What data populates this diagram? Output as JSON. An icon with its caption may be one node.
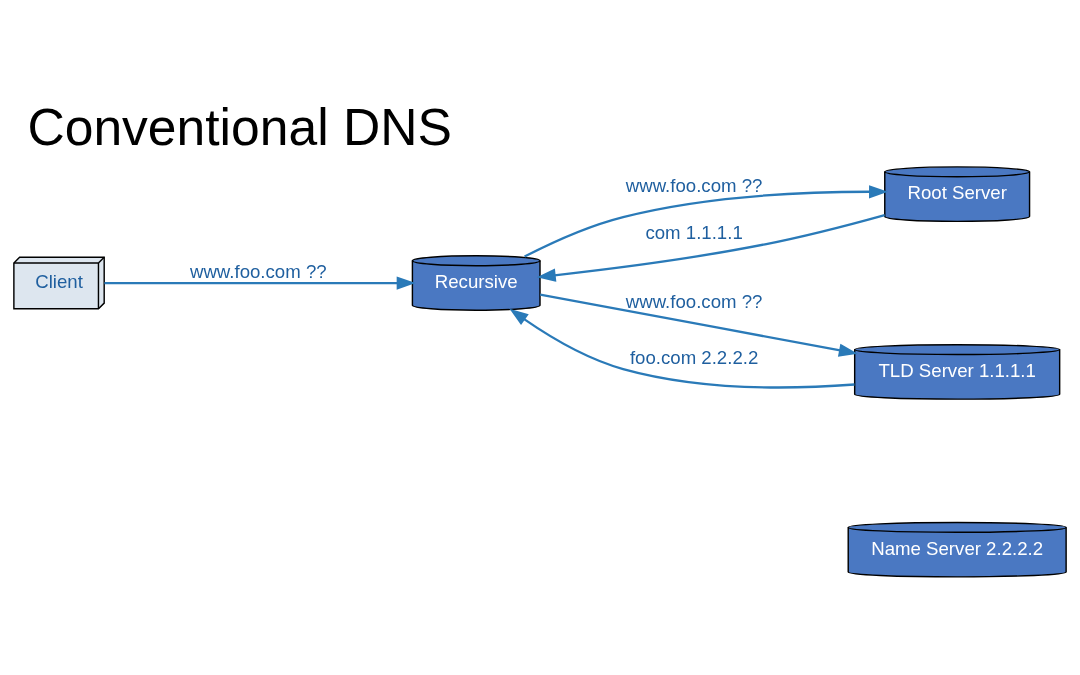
{
  "diagram": {
    "title": "Conventional DNS",
    "nodes": [
      {
        "text": [
          "Client"
        ]
      },
      {
        "text": [
          "Recursive"
        ]
      },
      {
        "text": [
          "Root Server"
        ]
      },
      {
        "text": [
          "TLD Server 1.1.1.1"
        ]
      },
      {
        "text": [
          "Name Server 2.2.2.2"
        ]
      }
    ],
    "edges": [
      {
        "from": 0,
        "to": 1,
        "arrow": "to",
        "label": "www.foo.com ??"
      },
      {
        "from": 1,
        "to": 2,
        "arrow": "to",
        "label": "www.foo.com ??"
      },
      {
        "from": 2,
        "to": 1,
        "arrow": "to",
        "label": "com 1.1.1.1"
      },
      {
        "from": 1,
        "to": 3,
        "arrow": "to",
        "label": "www.foo.com ??"
      },
      {
        "from": 3,
        "to": 1,
        "arrow": "to",
        "label": "foo.com 2.2.2.2"
      }
    ]
  }
}
